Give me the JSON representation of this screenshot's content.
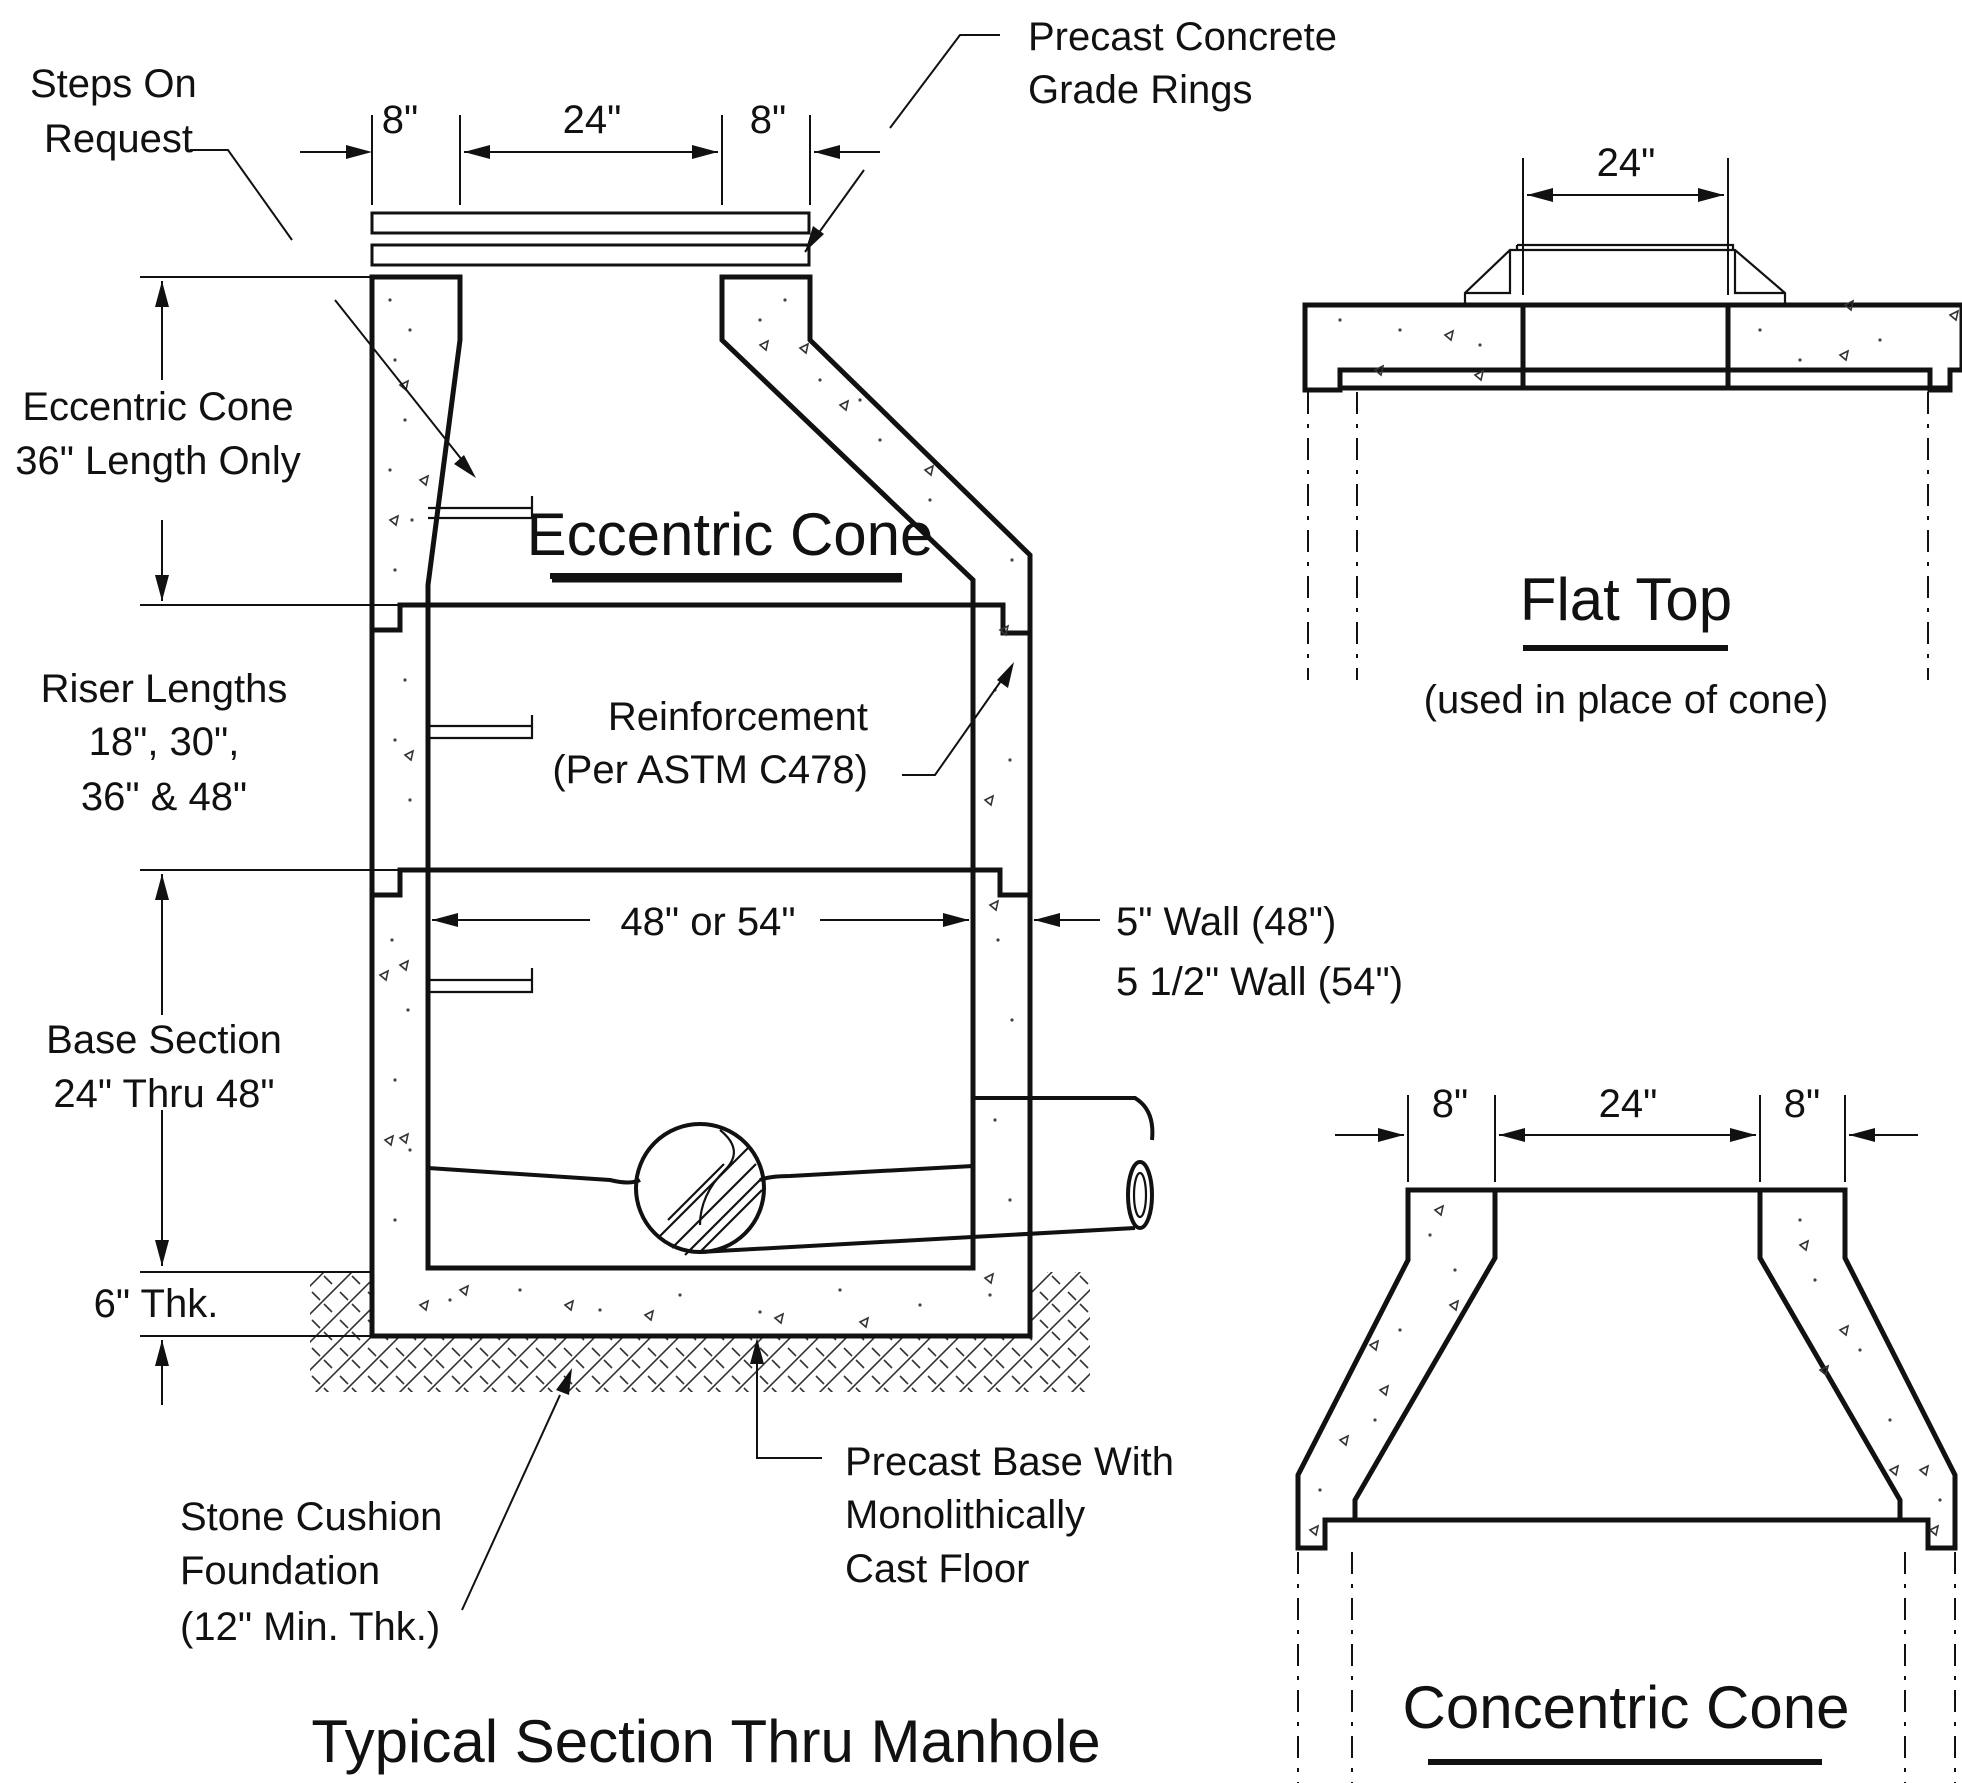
{
  "main_section": {
    "title": "Typical Section Thru Manhole",
    "cone_label": "Eccentric Cone",
    "dims_top": [
      "8\"",
      "24\"",
      "8\""
    ],
    "grade_rings_line1": "Precast Concrete",
    "grade_rings_line2": "Grade Rings",
    "steps_line1": "Steps On",
    "steps_line2": "Request",
    "cone_len_line1": "Eccentric Cone",
    "cone_len_line2": "36\" Length Only",
    "riser_line1": "Riser Lengths",
    "riser_line2": "18\", 30\",",
    "riser_line3": "36\" & 48\"",
    "reinf_line1": "Reinforcement",
    "reinf_line2": "(Per ASTM C478)",
    "inside_dia": "48\" or 54\"",
    "wall_line1": "5\" Wall (48\")",
    "wall_line2": "5 1/2\" Wall (54\")",
    "base_line1": "Base Section",
    "base_line2": "24\" Thru 48\"",
    "thk": "6\" Thk.",
    "stone_line1": "Stone Cushion",
    "stone_line2": "Foundation",
    "stone_line3": "(12\" Min. Thk.)",
    "precast_line1": "Precast Base With",
    "precast_line2": "Monolithically",
    "precast_line3": "Cast Floor"
  },
  "flat_top": {
    "dim": "24\"",
    "title": "Flat Top",
    "note": "(used in place of cone)"
  },
  "concentric": {
    "dims": [
      "8\"",
      "24\"",
      "8\""
    ],
    "title": "Concentric Cone"
  }
}
